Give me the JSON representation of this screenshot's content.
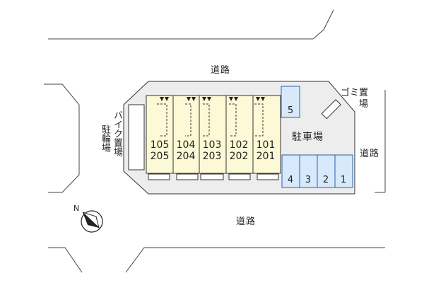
{
  "roads": {
    "north": "道路",
    "east": "道路",
    "south": "道路"
  },
  "facilities": {
    "parking": "駐車場",
    "garbage": "ゴミ置場",
    "bike": "バイク置場",
    "bicycle": "駐輪場"
  },
  "units": [
    {
      "upper": "105",
      "lower": "205"
    },
    {
      "upper": "104",
      "lower": "204"
    },
    {
      "upper": "103",
      "lower": "203"
    },
    {
      "upper": "102",
      "lower": "202"
    },
    {
      "upper": "101",
      "lower": "201"
    }
  ],
  "parking_stalls": [
    "5",
    "4",
    "3",
    "2",
    "1"
  ],
  "colors": {
    "site_fill": "#ededed",
    "building_fill": "#fdf8d6",
    "stall_fill": "#d7e9fb",
    "stall_stroke": "#2c5fa8",
    "line": "#444444"
  },
  "icons": {
    "compass": "north-compass-icon"
  }
}
